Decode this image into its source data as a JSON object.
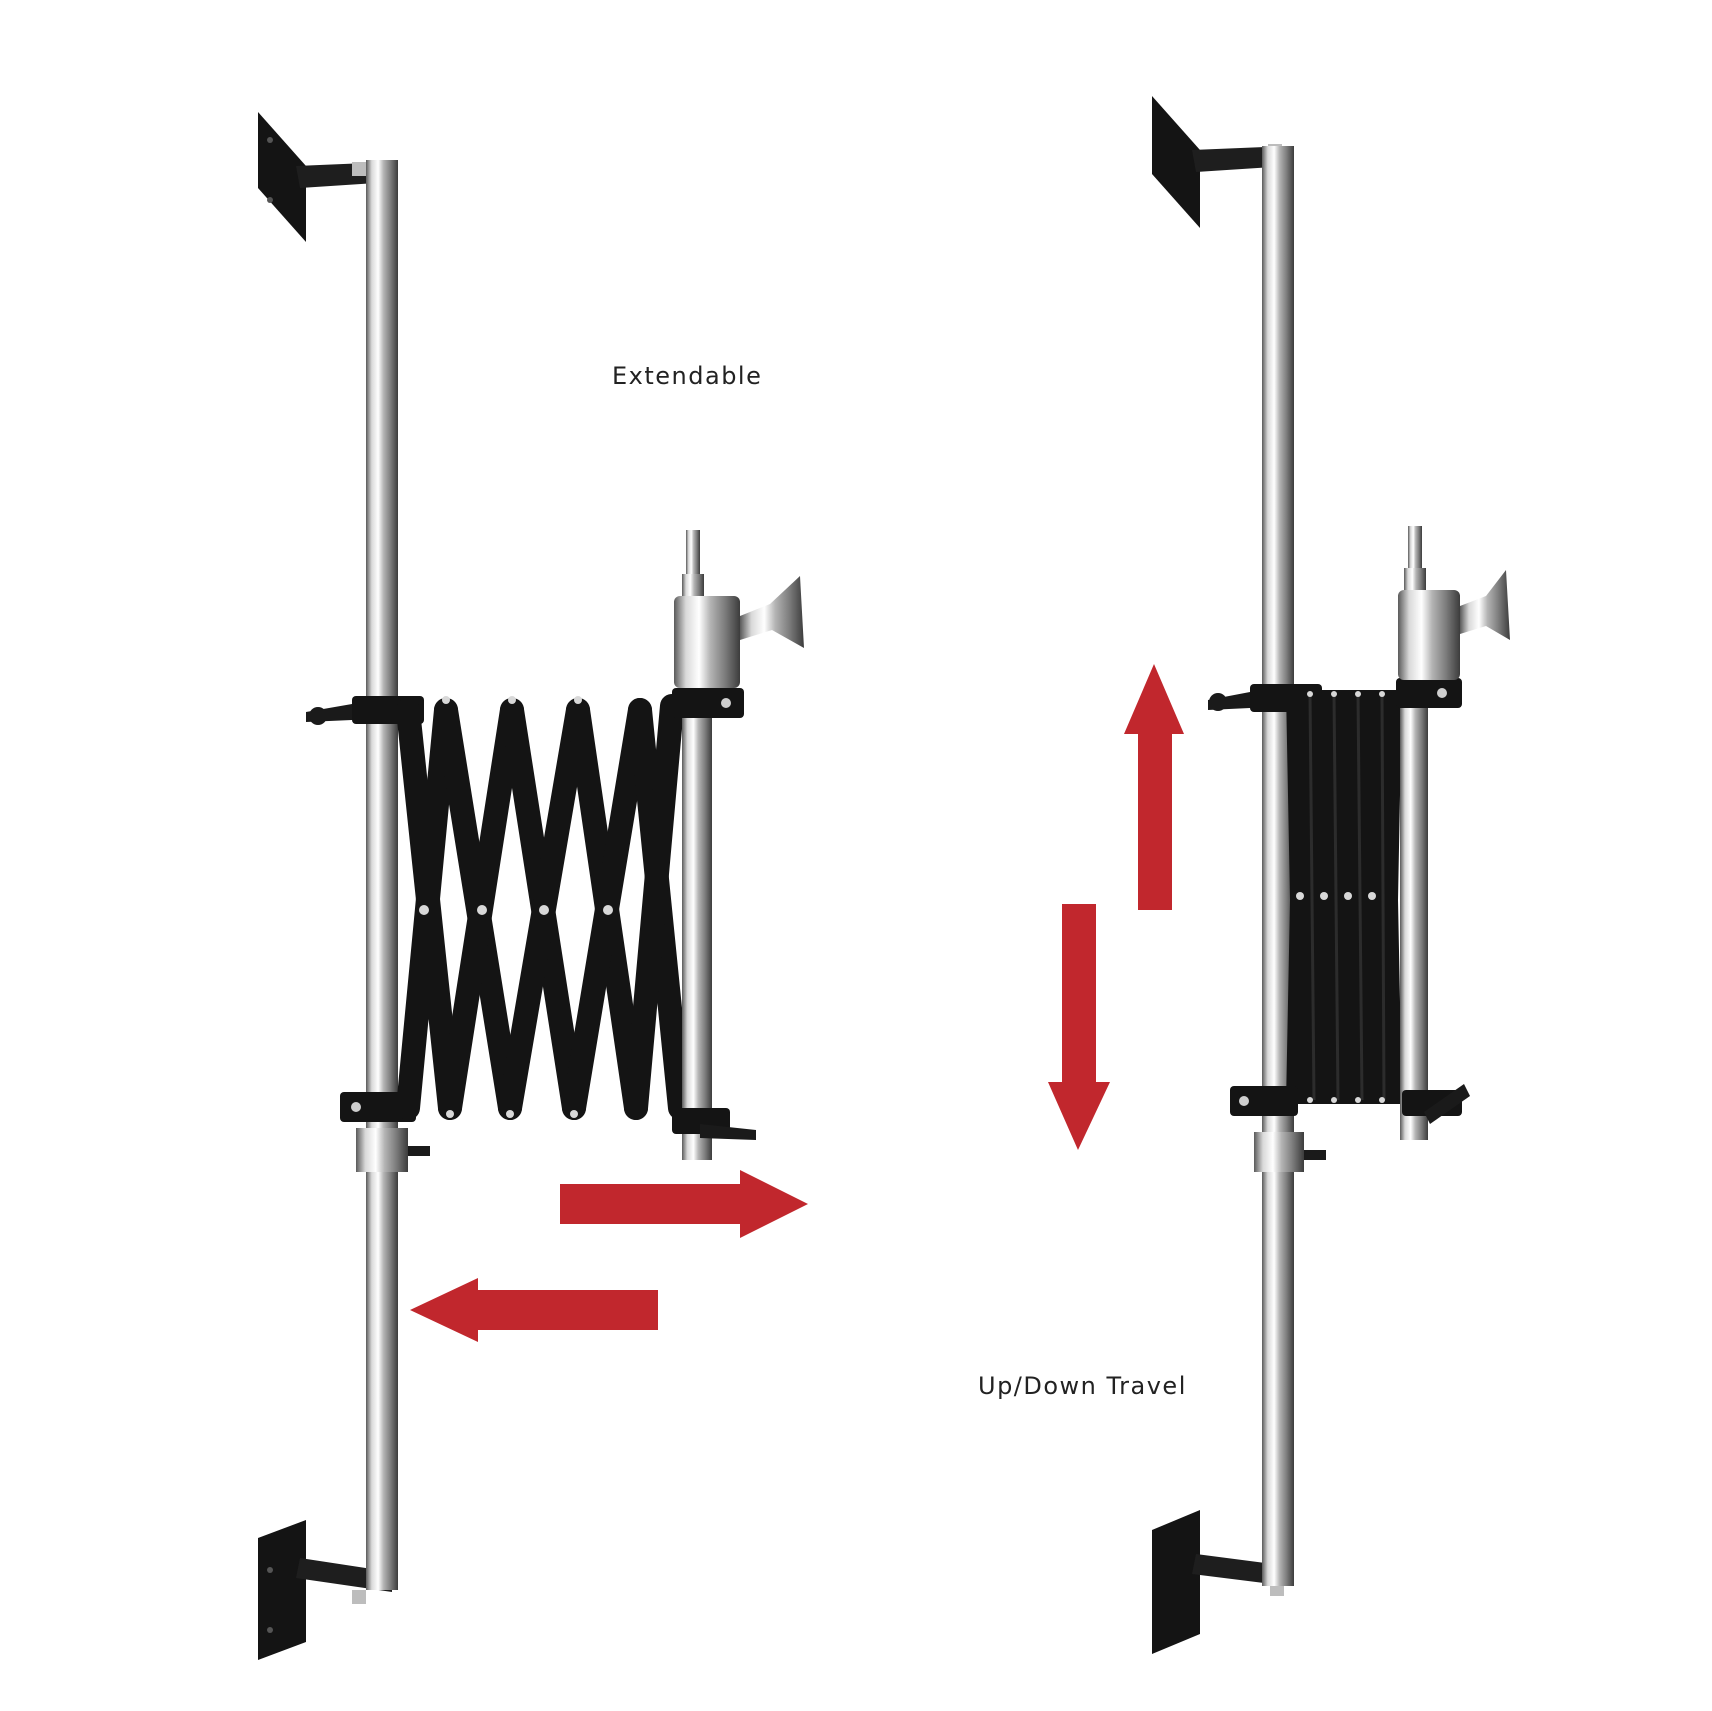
{
  "labels": {
    "extendable": "Extendable",
    "up_down_travel": "Up/Down Travel"
  },
  "colors": {
    "background": "#ffffff",
    "arrow": "#c1272d",
    "text": "#222222",
    "mount_black": "#141414",
    "chrome_light": "#f2f2f2",
    "chrome_mid": "#a8a8a8",
    "chrome_dark": "#5a5a5a"
  },
  "arrows": [
    {
      "name": "arrow-right",
      "direction": "right"
    },
    {
      "name": "arrow-left",
      "direction": "left"
    },
    {
      "name": "arrow-up",
      "direction": "up"
    },
    {
      "name": "arrow-down",
      "direction": "down"
    }
  ],
  "icons": [
    "wall-mount-plate-icon",
    "chrome-pole-icon",
    "scissor-arm-icon",
    "spigot-icon",
    "clamp-knob-icon",
    "direction-arrow-icon"
  ]
}
